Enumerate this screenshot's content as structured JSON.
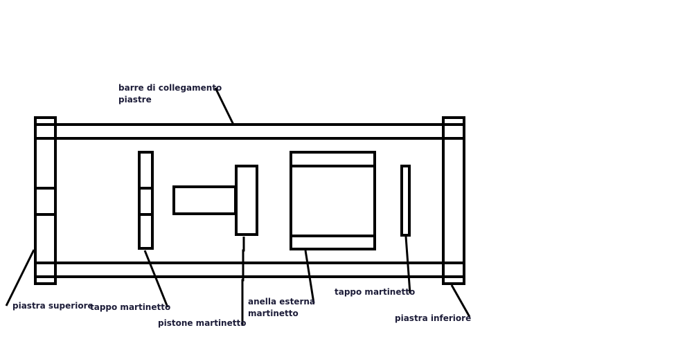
{
  "labels": {
    "barre_line1": "barre di collegamento",
    "barre_line2": "piastre",
    "piastra_superiore": "piastra superiore",
    "tappo_martinetto_left": "tappo martinetto",
    "pistone_martinetto": "pistone martinetto",
    "anella_line1": "anella esterna",
    "anella_line2": "martinetto",
    "tappo_martinetto_right": "tappo martinetto",
    "piastra_inferiore": "piastra inferiore"
  }
}
